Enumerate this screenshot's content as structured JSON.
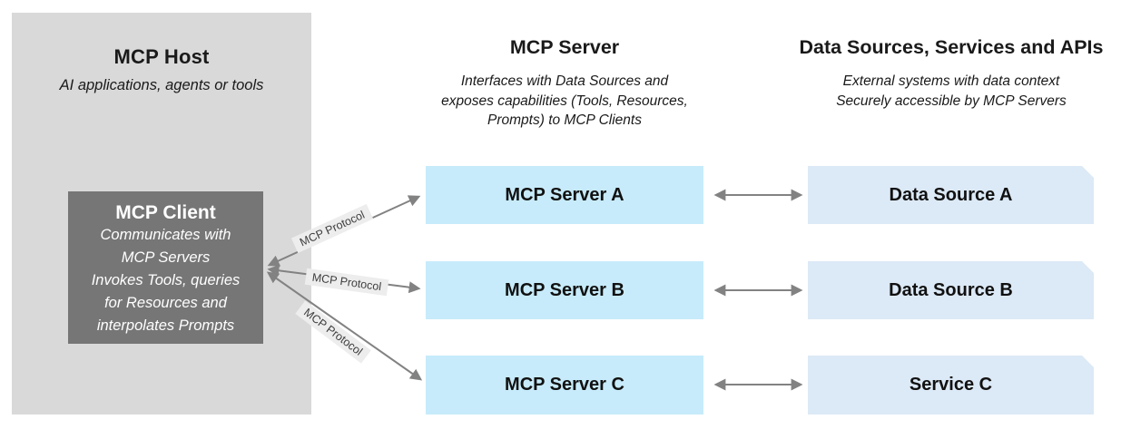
{
  "host": {
    "title": "MCP Host",
    "subtitle": "AI applications, agents or tools",
    "client": {
      "title": "MCP Client",
      "lines": [
        "Communicates with",
        "MCP Servers",
        "Invokes Tools, queries",
        "for Resources and",
        "interpolates Prompts"
      ]
    }
  },
  "servers_column": {
    "title": "MCP Server",
    "subtitle_lines": [
      "Interfaces with Data Sources and",
      "exposes capabilities (Tools, Resources,",
      "Prompts) to MCP Clients"
    ],
    "boxes": [
      {
        "label": "MCP Server A"
      },
      {
        "label": "MCP Server B"
      },
      {
        "label": "MCP Server C"
      }
    ]
  },
  "sources_column": {
    "title": "Data Sources, Services and APIs",
    "subtitle_lines": [
      "External systems with data context",
      "Securely accessible by MCP Servers"
    ],
    "boxes": [
      {
        "label": "Data Source A"
      },
      {
        "label": "Data Source B"
      },
      {
        "label": "Service C"
      }
    ]
  },
  "connections": {
    "protocol_label": "MCP Protocol"
  },
  "colors": {
    "host_bg": "#d9d9d9",
    "client_bg": "#767676",
    "server_bg": "#c7ebfa",
    "source_bg": "#dce9f6",
    "arrow": "#828282",
    "label_bg": "#ededed"
  }
}
